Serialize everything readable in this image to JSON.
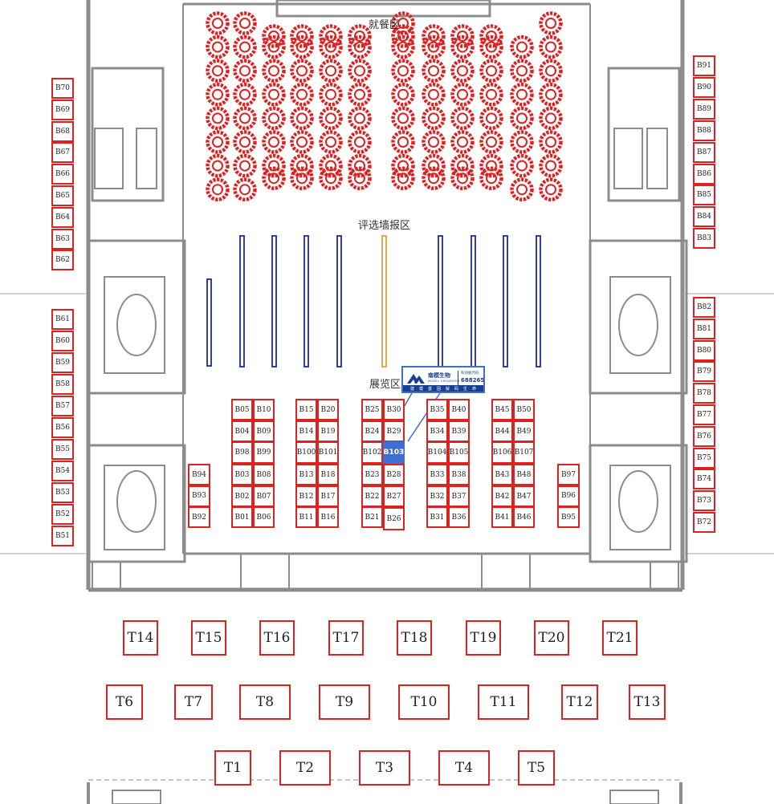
{
  "zones": {
    "dining": "就餐区",
    "poster": "评选墙报区",
    "exhibit": "展览区"
  },
  "booths": {
    "left_column": [
      "B70",
      "B69",
      "B68",
      "B67",
      "B66",
      "B65",
      "B64",
      "B63",
      "B62",
      "B61",
      "B60",
      "B59",
      "B58",
      "B57",
      "B56",
      "B55",
      "B54",
      "B53",
      "B52",
      "B51"
    ],
    "right_column": [
      "B91",
      "B90",
      "B89",
      "B88",
      "B87",
      "B86",
      "B85",
      "B84",
      "B83",
      "B82",
      "B81",
      "B80",
      "B79",
      "B78",
      "B77",
      "B76",
      "B75",
      "B74",
      "B73",
      "B72"
    ],
    "center_left_stack": [
      "B94",
      "B93",
      "B92"
    ],
    "center_right_stack": [
      "B97",
      "B96",
      "B95"
    ],
    "grid_group_1": [
      [
        "B05",
        "B10"
      ],
      [
        "B04",
        "B09"
      ],
      [
        "B98",
        "B99"
      ],
      [
        "B03",
        "B08"
      ],
      [
        "B02",
        "B07"
      ],
      [
        "B01",
        "B06"
      ]
    ],
    "grid_group_2": [
      [
        "B15",
        "B20"
      ],
      [
        "B14",
        "B19"
      ],
      [
        "B100",
        "B101"
      ],
      [
        "B13",
        "B18"
      ],
      [
        "B12",
        "B17"
      ],
      [
        "B11",
        "B16"
      ]
    ],
    "grid_group_3": [
      [
        "B25",
        "B30"
      ],
      [
        "B24",
        "B29"
      ],
      [
        "B102",
        "B103"
      ],
      [
        "B23",
        "B28"
      ],
      [
        "B22",
        "B27"
      ],
      [
        "B21",
        "B26"
      ]
    ],
    "grid_group_4": [
      [
        "B35",
        "B40"
      ],
      [
        "B34",
        "B39"
      ],
      [
        "B104",
        "B105"
      ],
      [
        "B33",
        "B38"
      ],
      [
        "B32",
        "B37"
      ],
      [
        "B31",
        "B36"
      ]
    ],
    "grid_group_5": [
      [
        "B45",
        "B50"
      ],
      [
        "B44",
        "B49"
      ],
      [
        "B106",
        "B107"
      ],
      [
        "B43",
        "B48"
      ],
      [
        "B42",
        "B47"
      ],
      [
        "B41",
        "B46"
      ]
    ],
    "outdoor_row_1": [
      "T14",
      "T15",
      "T16",
      "T17",
      "T18",
      "T19",
      "T20",
      "T21"
    ],
    "outdoor_row_2": [
      "T6",
      "T7",
      "T8",
      "T9",
      "T10",
      "T11",
      "T12",
      "T13"
    ],
    "outdoor_row_3": [
      "T1",
      "T2",
      "T3",
      "T4",
      "T5"
    ]
  },
  "highlight": {
    "booth": "B103",
    "color": "#3f6fd0",
    "company_cn": "南模生物",
    "company_en": "MODEL ORGANISMS",
    "board": "科创板代码",
    "stock_code": "688265",
    "slogan": [
      "建",
      "模",
      "基",
      "因",
      "解",
      "码",
      "生",
      "命"
    ],
    "logo_icon": "mountain-logo-icon"
  },
  "colors": {
    "booth_border": "#d22222",
    "dining_table": "#e02020",
    "poster_board": "#1c2a9a",
    "poster_board_selected": "#e0a040",
    "walls": "#8c8c8c"
  }
}
